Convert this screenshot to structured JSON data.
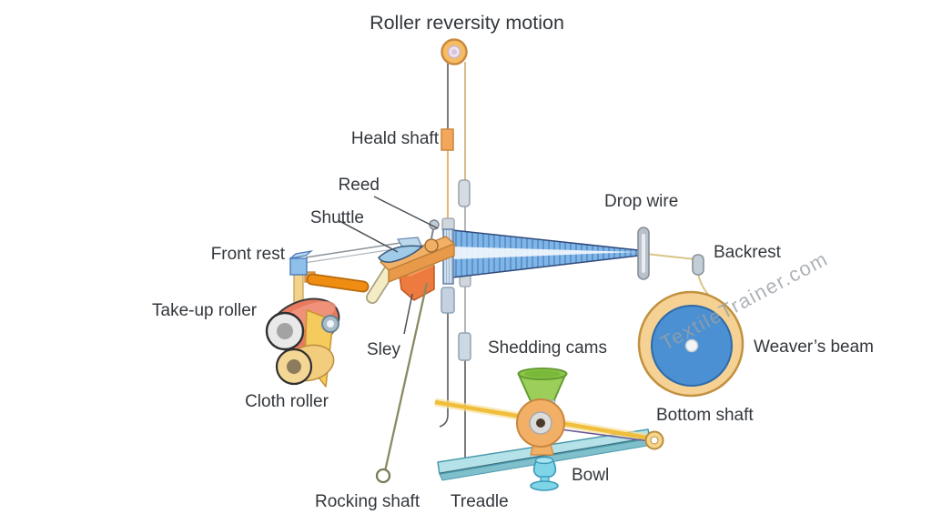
{
  "title": "Roller reversity motion",
  "watermark": "TextileTrainer.com",
  "labels": {
    "heald_shaft": "Heald shaft",
    "reed": "Reed",
    "shuttle": "Shuttle",
    "front_rest": "Front rest",
    "take_up_roller": "Take-up roller",
    "sley": "Sley",
    "cloth_roller": "Cloth roller",
    "drop_wire": "Drop wire",
    "backrest": "Backrest",
    "weavers_beam": "Weaver’s beam",
    "bottom_shaft": "Bottom shaft",
    "shedding_cams": "Shedding cams",
    "bowl": "Bowl",
    "rocking_shaft": "Rocking shaft",
    "treadle": "Treadle"
  },
  "colors": {
    "background": "#ffffff",
    "label_text": "#33373c",
    "watermark_text": "#9aa0a6",
    "warp_blue": "#7fb6e8",
    "warp_stripe": "#4a7ab8",
    "beam_blue": "#4a90d2",
    "beam_rim_tan": "#f5d193",
    "cam_green": "#9ccf5a",
    "cam_disc_orange": "#f2b066",
    "treadle_teal": "#b5e2e8",
    "bowl_cyan": "#7fd4e8",
    "take_up_roller_red": "#e87a60",
    "cloth_roller_yellow": "#f4d795",
    "breast_bar_orange": "#ef8c12",
    "bottom_shaft_gold": "#f0be3a",
    "drop_wire_gray": "#b9c1ca"
  }
}
